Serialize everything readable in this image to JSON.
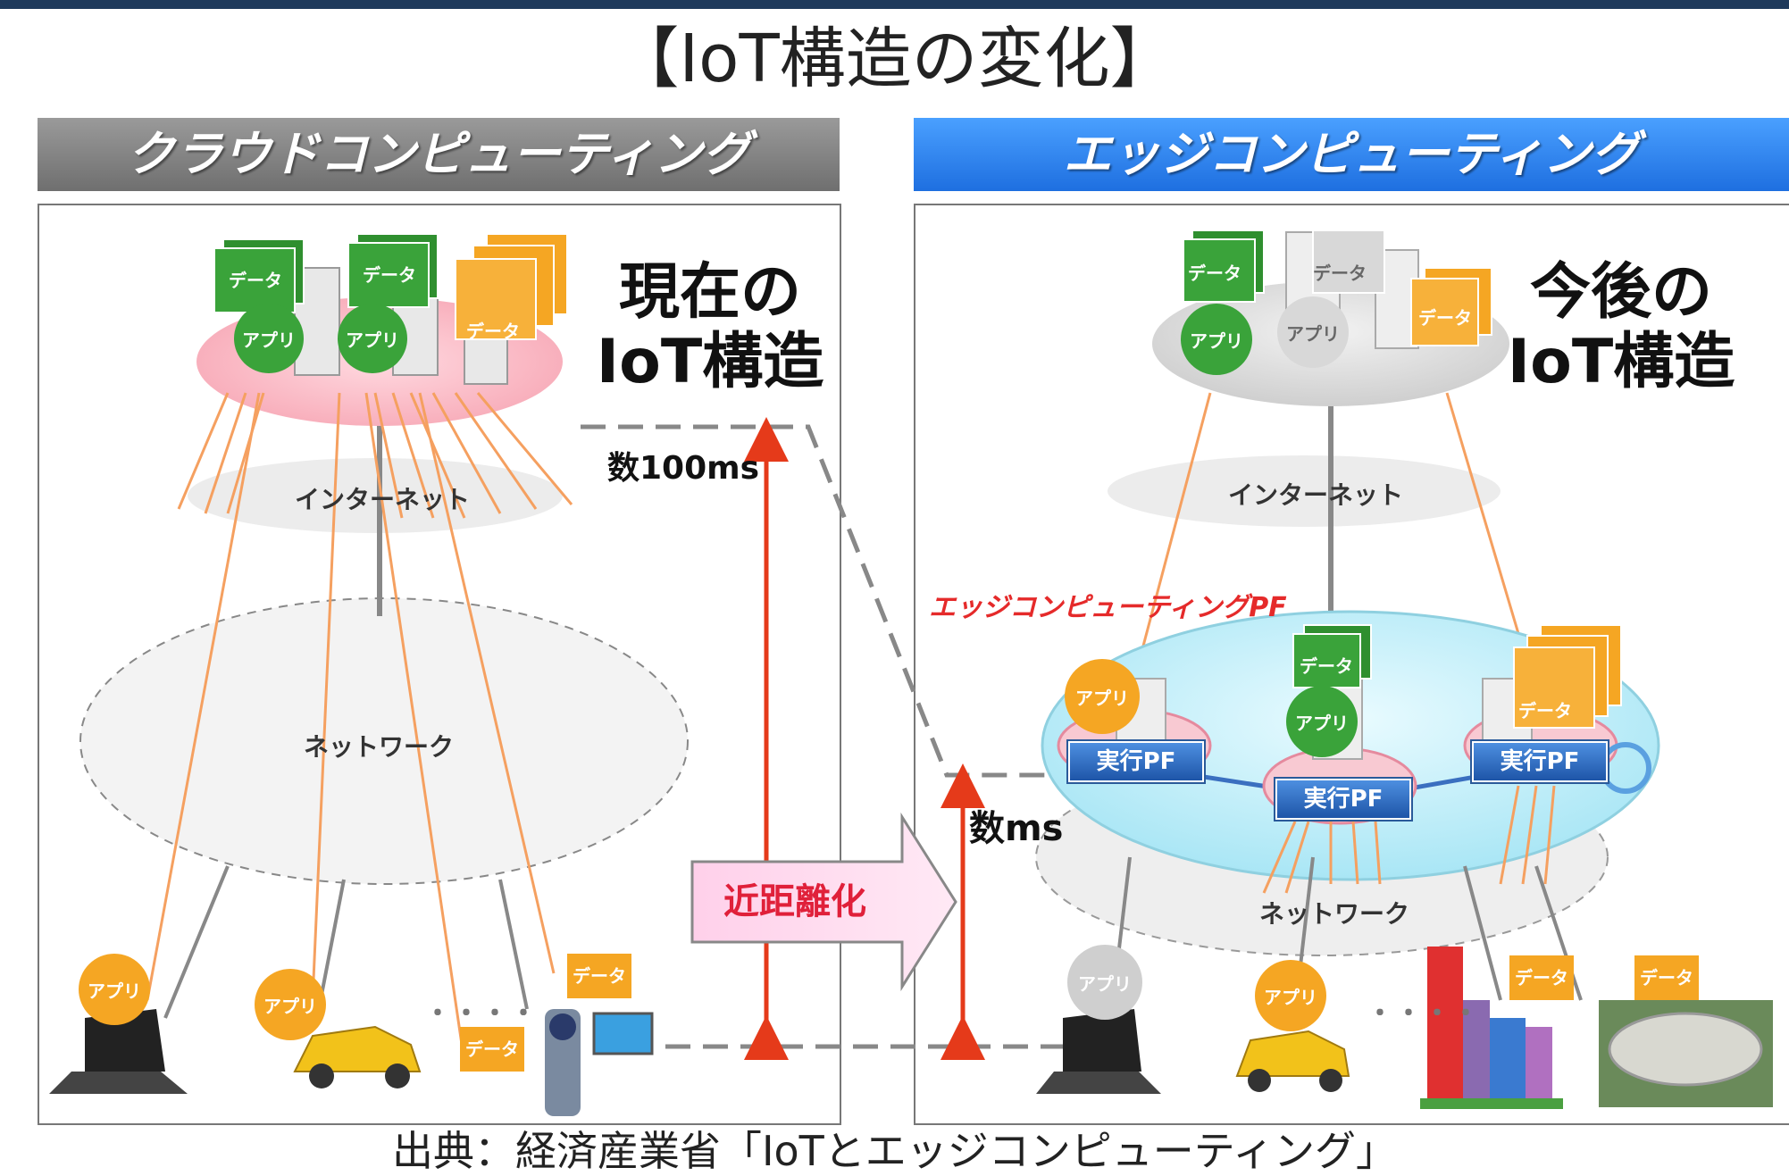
{
  "title": "【IoT構造の変化】",
  "left": {
    "header": "クラウドコンピューティング",
    "big_label_1": "現在の",
    "big_label_2": "IoT構造",
    "internet": "インターネット",
    "network": "ネットワーク",
    "latency": "数100ms",
    "chip_data": "データ",
    "chip_app": "アプリ",
    "dots": "・・・・"
  },
  "right": {
    "header": "エッジコンピューティング",
    "big_label_1": "今後の",
    "big_label_2": "IoT構造",
    "internet": "インターネット",
    "network": "ネットワーク",
    "latency": "数ms",
    "pf_title": "エッジコンピューティングPF",
    "exec_pf": "実行PF",
    "chip_data": "データ",
    "chip_app": "アプリ",
    "dots": "・・・・"
  },
  "transition": "近距離化",
  "source": "出典：経済産業省「IoTとエッジコンピューティング」",
  "colors": {
    "data_green": "#3a9a3a",
    "data_orange": "#f5a623",
    "arrow_red": "#e53a1a",
    "edge_blue": "#1e6fe0"
  }
}
